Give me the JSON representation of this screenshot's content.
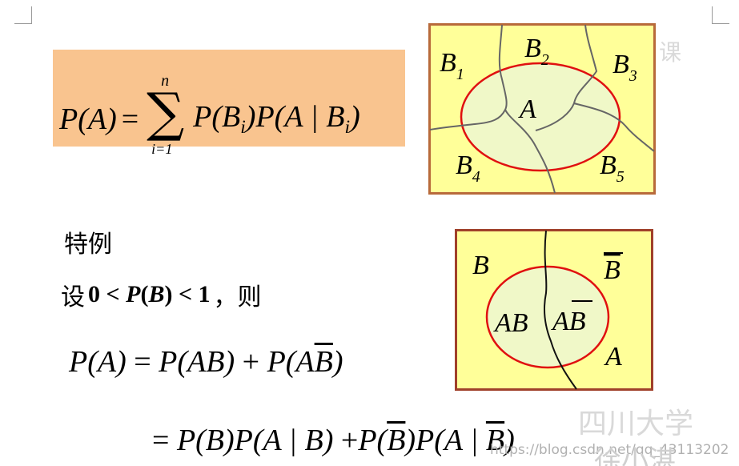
{
  "total_probability": {
    "lhs": "P(A)",
    "equals": "=",
    "sum_upper": "n",
    "sum_lower": "i=1",
    "rhs_1": "P(B",
    "rhs_1_sub": "i",
    "rhs_1_close": ")",
    "rhs_2": "P(A | B",
    "rhs_2_sub": "i",
    "rhs_2_close": ")"
  },
  "venn_partition": {
    "labels": [
      {
        "text": "B",
        "sub": "1"
      },
      {
        "text": "B",
        "sub": "2"
      },
      {
        "text": "B",
        "sub": "3"
      },
      {
        "text": "B",
        "sub": "4"
      },
      {
        "text": "B",
        "sub": "5"
      }
    ],
    "event": "A",
    "colors": {
      "background": "#ffff99",
      "border": "#b86a3a",
      "ellipse_fill": "#f0f8c8",
      "ellipse_stroke": "#e01010",
      "lines": "#666666"
    }
  },
  "special_case": {
    "heading": "特例",
    "assume_prefix": "设",
    "assume_math_1": "0 < ",
    "assume_math_2": "P",
    "assume_math_3": "(",
    "assume_math_4": "B",
    "assume_math_5": ") < 1",
    "assume_suffix": "，则"
  },
  "venn_two": {
    "label_b": "B",
    "label_bbar": "B",
    "label_ab": "AB",
    "label_abbar_a": "A",
    "label_abbar_b": "B",
    "label_a": "A",
    "colors": {
      "background": "#ffff99",
      "border": "#a0402a",
      "ellipse_fill": "#f0f8c8",
      "ellipse_stroke": "#e01010",
      "line": "#111111"
    }
  },
  "equation_1": {
    "lhs": "P(A)",
    "eq": " = ",
    "t1": "P(AB)",
    "plus": " + ",
    "t2a": "P(A",
    "t2bar": "B",
    "t2close": ")"
  },
  "equation_2": {
    "eq": "= ",
    "t1": "P(B)P(A | B)",
    "plus": " +",
    "t2a": "P(",
    "t2bar": "B",
    "t2b": ")P(A | ",
    "t2bar2": "B",
    "t2close": ")"
  },
  "watermarks": {
    "ke": "课",
    "university": "四川大学",
    "url": "https://blog.csdn.net/qq_43113202",
    "name": "徐小湛"
  }
}
